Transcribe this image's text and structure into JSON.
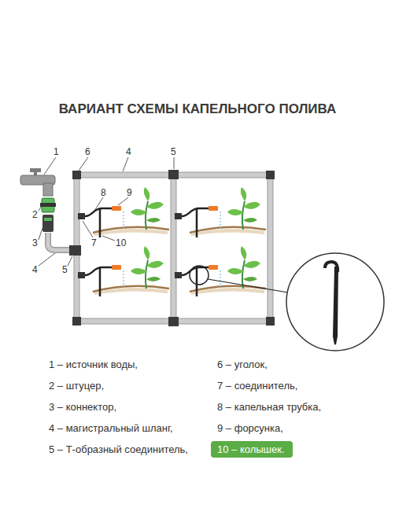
{
  "diagram": {
    "title": "ВАРИАНТ СХЕМЫ КАПЕЛЬНОГО ПОЛИВА",
    "nodes": [
      {
        "text": [
          "10 – колышек."
        ]
      }
    ],
    "labels": [
      "1",
      "6",
      "4",
      "5",
      "8",
      "9",
      "2",
      "3",
      "7",
      "10",
      "4",
      "5",
      "1 – источник воды,",
      "6 – уголок,",
      "2 – штуцер,",
      "7 – соединитель,",
      "3 – коннектор,",
      "8 – капельная трубка,",
      "4 – магистральный шланг,",
      "9 – форсунка,",
      "5 – Т-образный соединитель,"
    ]
  }
}
